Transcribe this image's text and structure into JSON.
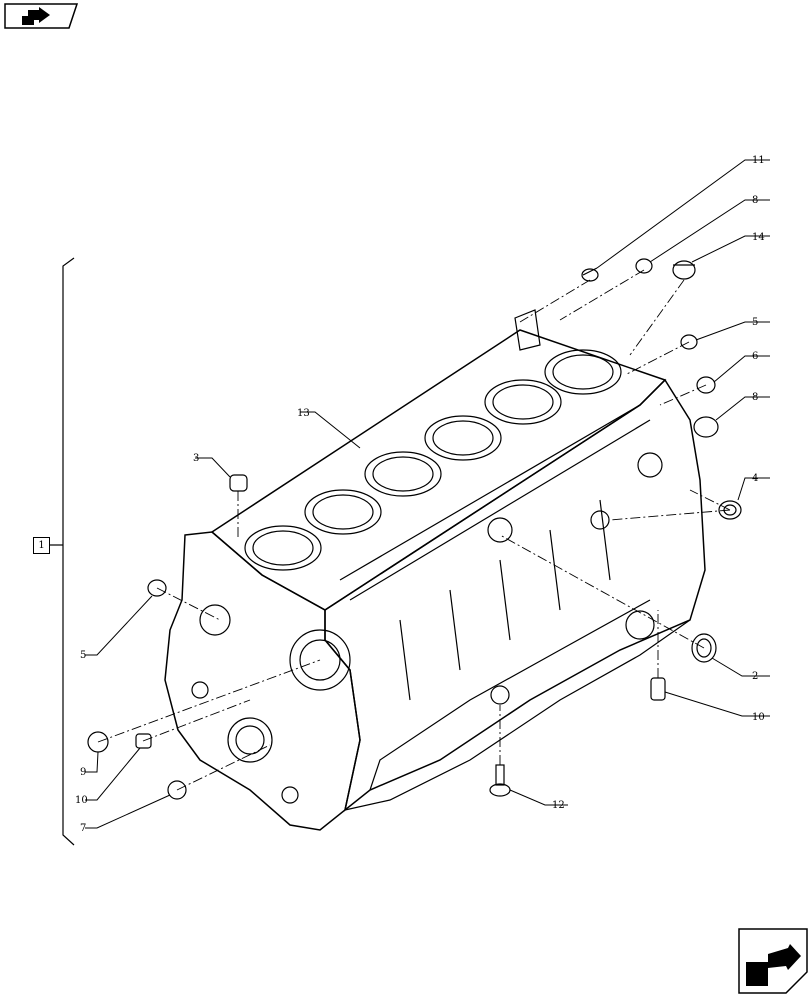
{
  "group_label": "1",
  "callouts": {
    "c11": "11",
    "c8a": "8",
    "c14": "14",
    "c5a": "5",
    "c6": "6",
    "c8b": "8",
    "c4": "4",
    "c13": "13",
    "c3": "3",
    "c5b": "5",
    "c2": "2",
    "c10a": "10",
    "c9": "9",
    "c10b": "10",
    "c7": "7",
    "c12": "12"
  },
  "icons": {
    "prev": "previous-page-arrow-icon",
    "next": "next-page-arrow-icon"
  },
  "colors": {
    "ink": "#000000",
    "paper": "#ffffff"
  }
}
